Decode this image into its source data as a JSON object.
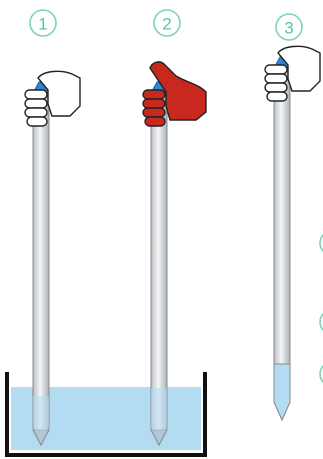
{
  "steps": [
    {
      "label": "1",
      "glove": "white",
      "glove_color": "#ffffff",
      "in_liquid": true,
      "retained_liquid": false
    },
    {
      "label": "2",
      "glove": "red",
      "glove_color": "#c8281e",
      "in_liquid": true,
      "retained_liquid": false
    },
    {
      "label": "3",
      "glove": "white",
      "glove_color": "#ffffff",
      "in_liquid": false,
      "retained_liquid": true
    }
  ],
  "colors": {
    "accent": "#7fd3ad",
    "liquid": "#b3dcf3",
    "cap": "#2e86d6",
    "tube": "#d8dde2",
    "glove_white": "#ffffff",
    "glove_red": "#c8281e",
    "beaker": "#111111"
  }
}
